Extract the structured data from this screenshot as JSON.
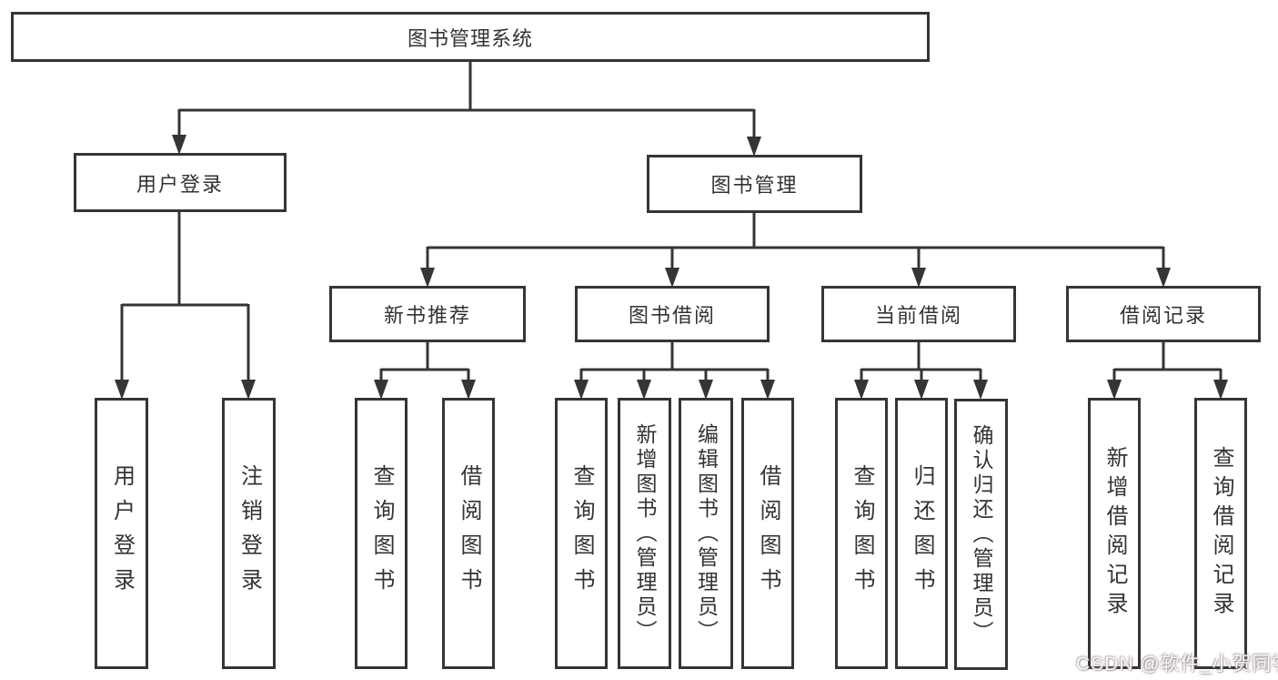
{
  "diagram": {
    "title": "图书管理系统",
    "type": "hierarchy-tree"
  },
  "tree": {
    "root": {
      "label": "图书管理系统"
    },
    "branches": [
      {
        "label": "用户登录",
        "children": [
          {
            "label": "用户登录"
          },
          {
            "label": "注销登录"
          }
        ]
      },
      {
        "label": "图书管理",
        "children": [
          {
            "label": "新书推荐",
            "children": [
              {
                "label": "查询图书"
              },
              {
                "label": "借阅图书"
              }
            ]
          },
          {
            "label": "图书借阅",
            "children": [
              {
                "label": "查询图书"
              },
              {
                "label": "新增图书（管理员）"
              },
              {
                "label": "编辑图书（管理员）"
              },
              {
                "label": "借阅图书"
              }
            ]
          },
          {
            "label": "当前借阅",
            "children": [
              {
                "label": "查询图书"
              },
              {
                "label": "归还图书"
              },
              {
                "label": "确认归还（管理员）"
              }
            ]
          },
          {
            "label": "借阅记录",
            "children": [
              {
                "label": "新增借阅记录"
              },
              {
                "label": "查询借阅记录"
              }
            ]
          }
        ]
      }
    ]
  },
  "watermark": {
    "text": "CSDN @软件_小贺同学"
  },
  "colors": {
    "line": "#353535",
    "box_border": "#353535",
    "text": "#333333",
    "background": "#ffffff",
    "watermark": "#d9d3d6"
  }
}
